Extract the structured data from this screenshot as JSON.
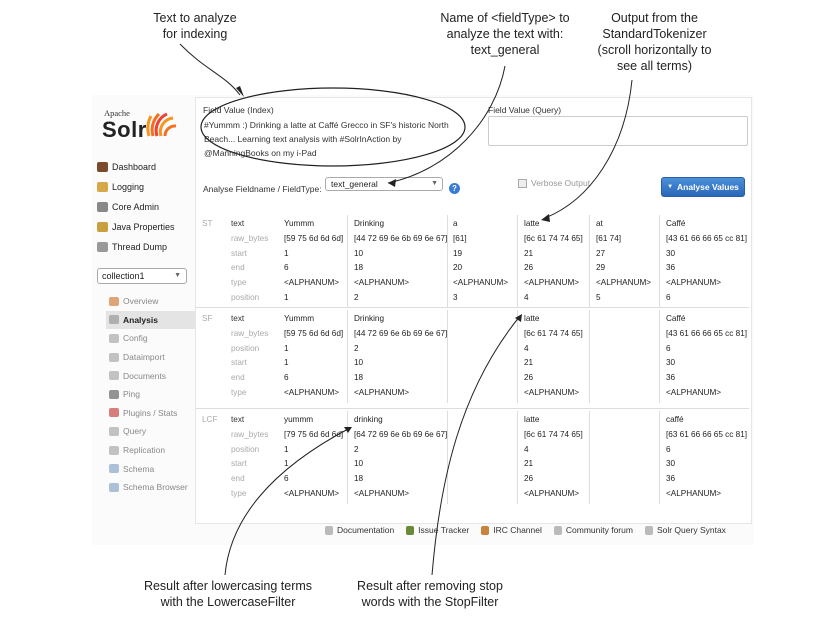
{
  "callouts": {
    "text_analyze": [
      "Text to analyze",
      "for indexing"
    ],
    "fieldtype": [
      "Name of <fieldType> to",
      "analyze the text with:",
      "text_general"
    ],
    "tokenizer": [
      "Output from the",
      "StandardTokenizer",
      "(scroll horizontally to",
      "see all terms)"
    ],
    "lowercase": [
      "Result after lowercasing terms",
      "with the LowercaseFilter"
    ],
    "stop": [
      "Result after removing stop",
      "words with the StopFilter"
    ]
  },
  "logo": {
    "apache": "Apache",
    "solr": "Solr"
  },
  "nav": [
    {
      "label": "Dashboard",
      "icon": "dashboard-icon",
      "color": "#7a4a2a"
    },
    {
      "label": "Logging",
      "icon": "logging-icon",
      "color": "#d6a84a"
    },
    {
      "label": "Core Admin",
      "icon": "core-admin-icon",
      "color": "#888888"
    },
    {
      "label": "Java Properties",
      "icon": "java-properties-icon",
      "color": "#c8a040"
    },
    {
      "label": "Thread Dump",
      "icon": "thread-dump-icon",
      "color": "#999999"
    }
  ],
  "core_selector": {
    "value": "collection1"
  },
  "sub_nav": [
    {
      "label": "Overview",
      "icon": "home-icon",
      "color": "#d08040",
      "active": false
    },
    {
      "label": "Analysis",
      "icon": "analysis-icon",
      "color": "#999999",
      "active": true
    },
    {
      "label": "Config",
      "icon": "config-icon",
      "color": "#aaaaaa",
      "active": false
    },
    {
      "label": "Dataimport",
      "icon": "dataimport-icon",
      "color": "#aaaaaa",
      "active": false
    },
    {
      "label": "Documents",
      "icon": "documents-icon",
      "color": "#aaaaaa",
      "active": false
    },
    {
      "label": "Ping",
      "icon": "ping-icon",
      "color": "#666666",
      "active": false
    },
    {
      "label": "Plugins / Stats",
      "icon": "plugins-icon",
      "color": "#c84a4a",
      "active": false
    },
    {
      "label": "Query",
      "icon": "query-icon",
      "color": "#aaaaaa",
      "active": false
    },
    {
      "label": "Replication",
      "icon": "replication-icon",
      "color": "#aaaaaa",
      "active": false
    },
    {
      "label": "Schema",
      "icon": "schema-icon",
      "color": "#8aa8c8",
      "active": false
    },
    {
      "label": "Schema Browser",
      "icon": "schema-browser-icon",
      "color": "#8aa8c8",
      "active": false
    }
  ],
  "field_value_index": {
    "label": "Field Value (Index)",
    "value": "#Yummm :) Drinking a latte at Caffé Grecco in SF's historic North Beach... Learning text analysis with #SolrInAction by @ManningBooks on my i-Pad"
  },
  "field_value_query": {
    "label": "Field Value (Query)",
    "value": ""
  },
  "fieldtype": {
    "label": "Analyse Fieldname / FieldType:",
    "value": "text_general"
  },
  "verbose_label": "Verbose Output",
  "analyse_button": "Analyse Values",
  "stages": [
    {
      "name": "ST",
      "rows": [
        "text",
        "raw_bytes",
        "start",
        "end",
        "type",
        "position"
      ],
      "tokens": [
        [
          "Yummm",
          "[59 75 6d 6d 6d]",
          "1",
          "6",
          "<ALPHANUM>",
          "1"
        ],
        [
          "Drinking",
          "[44 72 69 6e 6b 69 6e 67]",
          "10",
          "18",
          "<ALPHANUM>",
          "2"
        ],
        [
          "a",
          "[61]",
          "19",
          "20",
          "<ALPHANUM>",
          "3"
        ],
        [
          "latte",
          "[6c 61 74 74 65]",
          "21",
          "26",
          "<ALPHANUM>",
          "4"
        ],
        [
          "at",
          "[61 74]",
          "27",
          "29",
          "<ALPHANUM>",
          "5"
        ],
        [
          "Caffé",
          "[43 61 66 66 65 cc 81]",
          "30",
          "36",
          "<ALPHANUM>",
          "6"
        ]
      ]
    },
    {
      "name": "SF",
      "rows": [
        "text",
        "raw_bytes",
        "position",
        "start",
        "end",
        "type"
      ],
      "tokens": [
        [
          "Yummm",
          "[59 75 6d 6d 6d]",
          "1",
          "1",
          "6",
          "<ALPHANUM>"
        ],
        [
          "Drinking",
          "[44 72 69 6e 6b 69 6e 67]",
          "2",
          "10",
          "18",
          "<ALPHANUM>"
        ],
        [
          "",
          "",
          "",
          "",
          "",
          ""
        ],
        [
          "latte",
          "[6c 61 74 74 65]",
          "4",
          "21",
          "26",
          "<ALPHANUM>"
        ],
        [
          "",
          "",
          "",
          "",
          "",
          ""
        ],
        [
          "Caffé",
          "[43 61 66 66 65 cc 81]",
          "6",
          "30",
          "36",
          "<ALPHANUM>"
        ]
      ]
    },
    {
      "name": "LCF",
      "rows": [
        "text",
        "raw_bytes",
        "position",
        "start",
        "end",
        "type"
      ],
      "tokens": [
        [
          "yummm",
          "[79 75 6d 6d 6d]",
          "1",
          "1",
          "6",
          "<ALPHANUM>"
        ],
        [
          "drinking",
          "[64 72 69 6e 6b 69 6e 67]",
          "2",
          "10",
          "18",
          "<ALPHANUM>"
        ],
        [
          "",
          "",
          "",
          "",
          "",
          ""
        ],
        [
          "latte",
          "[6c 61 74 74 65]",
          "4",
          "21",
          "26",
          "<ALPHANUM>"
        ],
        [
          "",
          "",
          "",
          "",
          "",
          ""
        ],
        [
          "caffé",
          "[63 61 66 66 65 cc 81]",
          "6",
          "30",
          "36",
          "<ALPHANUM>"
        ]
      ]
    }
  ],
  "footer": [
    {
      "label": "Documentation",
      "icon": "documentation-icon",
      "color": "#bbbbbb"
    },
    {
      "label": "Issue Tracker",
      "icon": "issue-tracker-icon",
      "color": "#6a8a3a"
    },
    {
      "label": "IRC Channel",
      "icon": "irc-channel-icon",
      "color": "#c8843a"
    },
    {
      "label": "Community forum",
      "icon": "community-forum-icon",
      "color": "#bbbbbb"
    },
    {
      "label": "Solr Query Syntax",
      "icon": "solr-query-syntax-icon",
      "color": "#bbbbbb"
    }
  ],
  "colors": {
    "accent": "#2a66b8",
    "ellipse": "#222222"
  }
}
